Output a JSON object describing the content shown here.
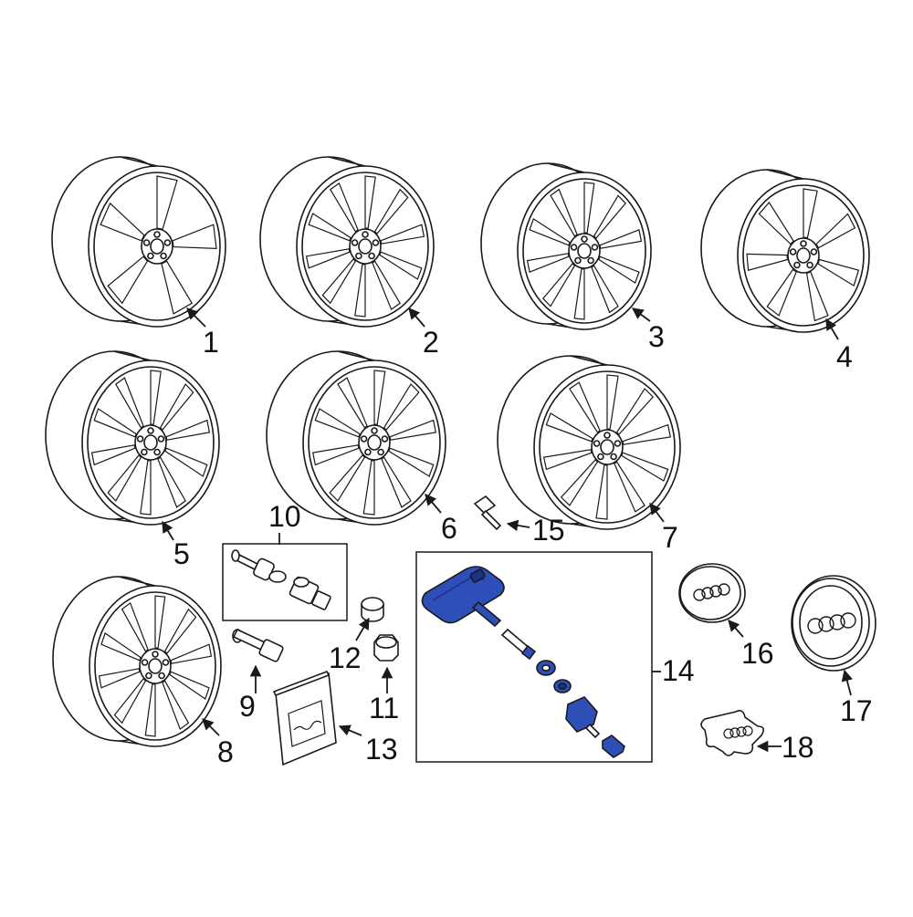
{
  "callouts": {
    "c1": "1",
    "c2": "2",
    "c3": "3",
    "c4": "4",
    "c5": "5",
    "c6": "6",
    "c7": "7",
    "c8": "8",
    "c9": "9",
    "c10": "10",
    "c11": "11",
    "c12": "12",
    "c13": "13",
    "c14": "14",
    "c15": "15",
    "c16": "16",
    "c17": "17",
    "c18": "18"
  },
  "colors": {
    "line": "#1a1a1a",
    "highlight": "#2f4fb8",
    "highlight_dark": "#1c3187",
    "box_fill": "#f4f4f4"
  },
  "icons": {
    "wheel": "alloy-wheel-icon",
    "bolt": "wheel-bolt-icon",
    "lock": "locking-bolt-icon",
    "cap": "bolt-cap-icon",
    "kit": "repair-kit-icon",
    "sensor": "tpms-sensor-icon",
    "centercap": "center-cap-icon"
  }
}
